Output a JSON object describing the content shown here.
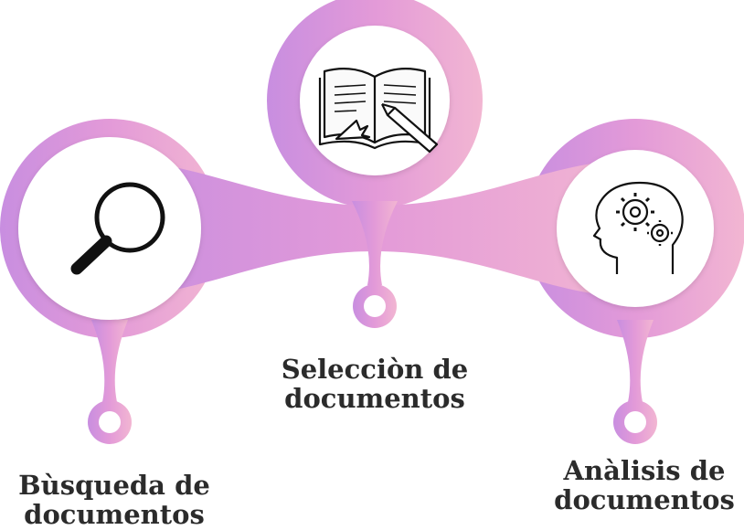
{
  "colors": {
    "gradient_left": "#c88ee0",
    "gradient_mid": "#e39ad8",
    "gradient_right": "#f2b6d2",
    "circle_fill": "#ffffff",
    "icon_stroke": "#111111",
    "text": "#2b2b2b"
  },
  "steps": [
    {
      "icon": "magnifying-glass-icon",
      "line1": "Bùsqueda de",
      "line2": "documentos"
    },
    {
      "icon": "open-book-pencil-icon",
      "line1": "Selecciòn de",
      "line2": "documentos"
    },
    {
      "icon": "head-gears-icon",
      "line1": "Anàlisis de",
      "line2": "documentos"
    }
  ]
}
